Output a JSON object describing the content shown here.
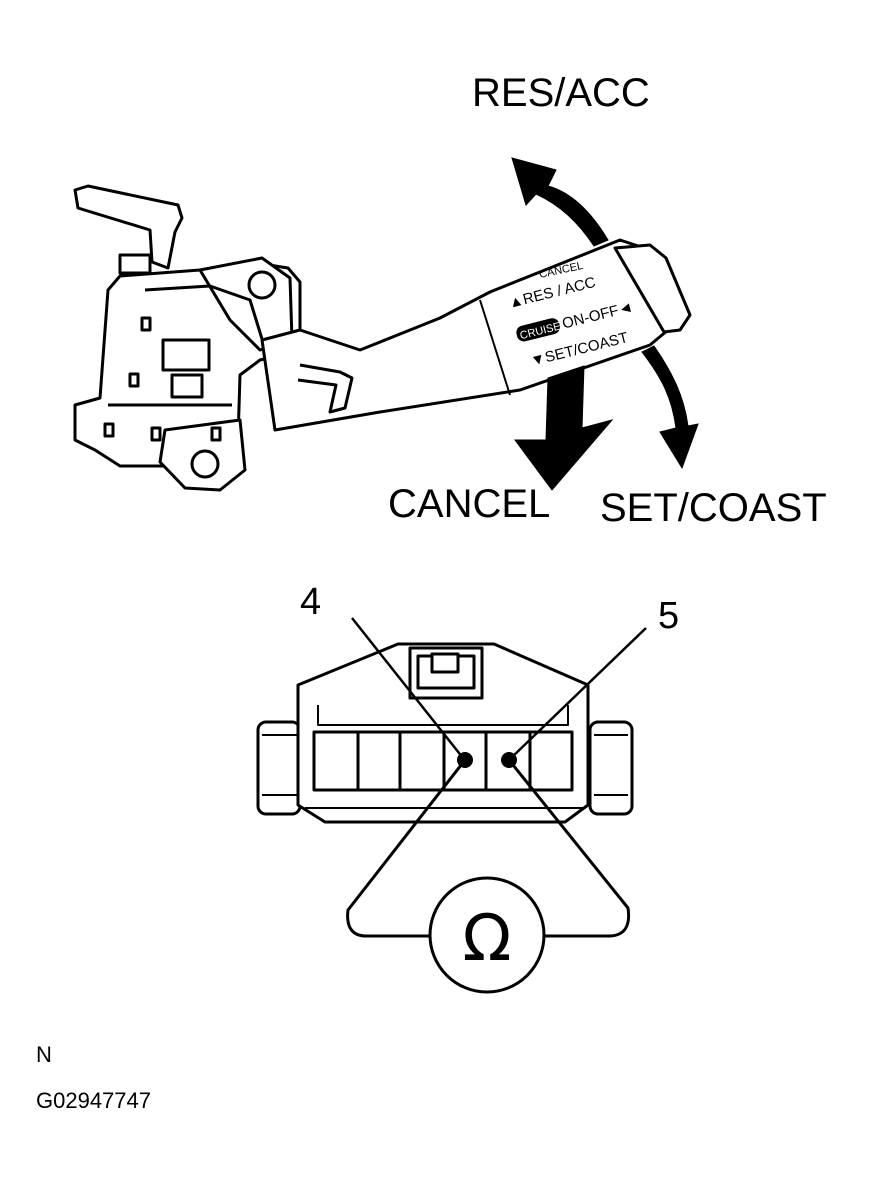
{
  "labels": {
    "res_acc": "RES/ACC",
    "cancel": "CANCEL",
    "set_coast": "SET/COAST",
    "pin_left": "4",
    "pin_right": "5",
    "meter_symbol": "Ω",
    "corner_letter": "N",
    "figure_id": "G02947747"
  },
  "lever_markings": {
    "cancel": "CANCEL",
    "res_acc": "▲RES / ACC",
    "on_off": "ON-OFF◄",
    "cruise_badge": "CRUISE",
    "set_coast": "▼SET/COAST"
  },
  "colors": {
    "ink": "#000000",
    "paper": "#ffffff"
  }
}
